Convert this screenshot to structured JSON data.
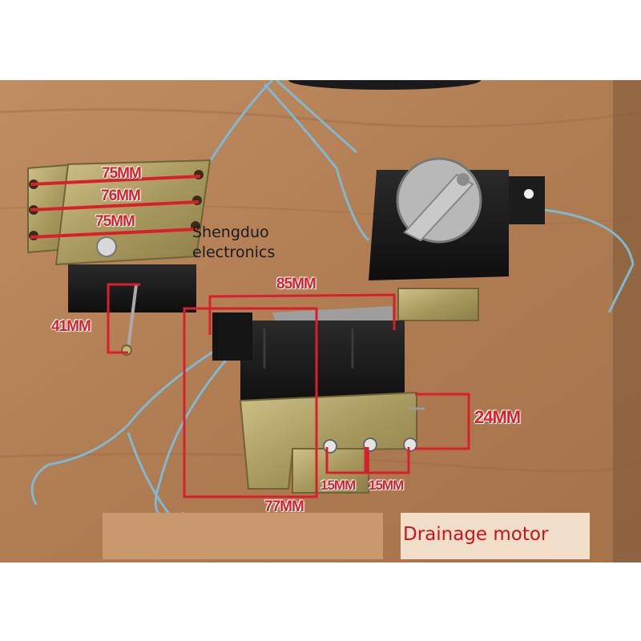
{
  "brand": {
    "line1": "Shengduo",
    "line2": "electronics"
  },
  "caption": "Drainage motor",
  "dimensions": {
    "width_top": "75MM",
    "width_middle": "76MM",
    "width_bottom": "75MM",
    "shaft_length": "41MM",
    "body_width": "85MM",
    "shaft_height": "24MM",
    "hole_spacing_left": "15MM",
    "hole_spacing_right": "15MM",
    "base_width": "77MM"
  },
  "colors": {
    "dimension_red": "#d8202a",
    "caption_red": "#c7141f",
    "table_wood": "#b8855a",
    "wire_blue": "#7fb8d0"
  }
}
